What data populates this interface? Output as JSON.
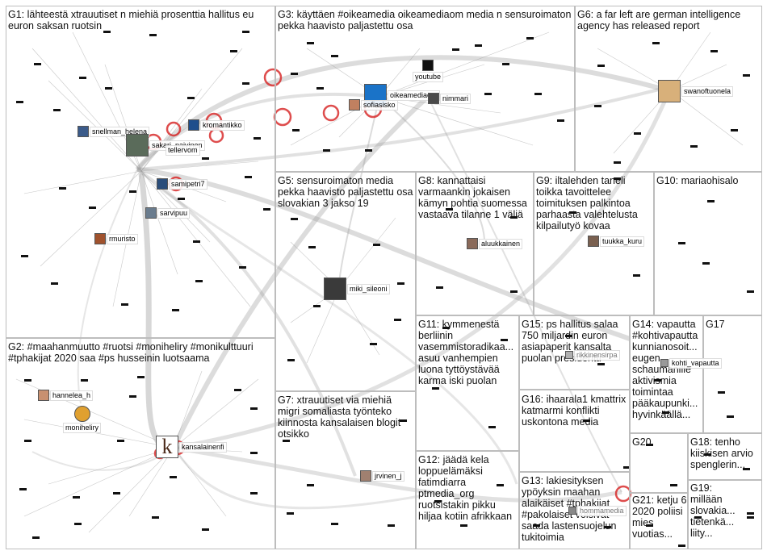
{
  "groups": [
    {
      "id": "G1",
      "label": "G1: lähteestä xtrauutiset n miehiä prosenttia hallitus eu euron saksan ruotsin"
    },
    {
      "id": "G2",
      "label": "G2: #maahanmuutto #ruotsi #moniheliry #monikulttuuri #tphakijat 2020 saa #ps husseinin luotsaama"
    },
    {
      "id": "G3",
      "label": "G3: käyttäen #oikeamedia oikeamediaom media n sensuroimaton pekka haavisto paljastettu osa"
    },
    {
      "id": "G5",
      "label": "G5: sensuroimaton media pekka haavisto paljastettu osa slovakian 3 jakso 19"
    },
    {
      "id": "G6",
      "label": "G6: a far left are german intelligence agency has released report"
    },
    {
      "id": "G7",
      "label": "G7: xtrauutiset via miehiä migri somaliasta työnteko kiinnosta kansalaisen blogit otsikko"
    },
    {
      "id": "G8",
      "label": "G8: kannattaisi varmaankin jokaisen kämyn pohtia suomessa vastaava tilanne 1 väliä"
    },
    {
      "id": "G9",
      "label": "G9: iltalehden taneli toikka tavoittelee toimituksen palkintoa parhaasta valehtelusta kilpailutyö kovaa"
    },
    {
      "id": "G10",
      "label": "G10: mariaohisalo"
    },
    {
      "id": "G11",
      "label": "G11: kymmenestä berliinin vasemmistoradikaa... asuu vanhempien luona tyttöystävää karma iski puolan"
    },
    {
      "id": "G12",
      "label": "G12: jäädä kela loppuelämäksi fatimdiarra ptmedia_org ruotsistakin pikku hiljaa kotiin afrikkaan"
    },
    {
      "id": "G13",
      "label": "G13: lakiesityksen ypöyksin maahan alaikäiset #tphakijat #pakolaiset voisivat saada lastensuojelun tukitoimia"
    },
    {
      "id": "G14",
      "label": "G14: vapautta #kohtivapautta kunnianosoit... eugen schaumanille aktivismia toimintaa pääkaupunki... hyvinkäällä..."
    },
    {
      "id": "G15",
      "label": "G15: ps hallitus salaa 750 miljardin euron asiapaperit kansalta puolan presidentti"
    },
    {
      "id": "G16",
      "label": "G16: ihaarala1 kmattrix katmarmi konflikti uskontona media"
    },
    {
      "id": "G17",
      "label": "G17"
    },
    {
      "id": "G18",
      "label": "G18: tenho kiiskisen arvio spenglerin..."
    },
    {
      "id": "G19",
      "label": "G19: millään slovakia... tietenkä... liity..."
    },
    {
      "id": "G20",
      "label": "G20"
    },
    {
      "id": "G21",
      "label": "G21: ketju 6 2020 poliisi mies vuotias..."
    }
  ],
  "nodes": [
    {
      "id": "snellman_helena",
      "label": "snellman_helena",
      "color": "#3b5b8a"
    },
    {
      "id": "sakari_paivinen",
      "label": "sakari_paivinen",
      "color": "#5a6b5a"
    },
    {
      "id": "kromantikko",
      "label": "kromantikko",
      "color": "#1f4e8c"
    },
    {
      "id": "tellervom",
      "label": "tellervom",
      "color": "#888888"
    },
    {
      "id": "samipetri7",
      "label": "samipetri7",
      "color": "#2a4d7a"
    },
    {
      "id": "sarvipuu",
      "label": "sarvipuu",
      "color": "#6a7c8e"
    },
    {
      "id": "rmuristo",
      "label": "rmuristo",
      "color": "#a0522d"
    },
    {
      "id": "youtube",
      "label": "youtube",
      "color": "#111111"
    },
    {
      "id": "oikeamediaom",
      "label": "oikeamediaom",
      "color": "#1a73c8"
    },
    {
      "id": "sofiasisko",
      "label": "sofiasisko",
      "color": "#c08060"
    },
    {
      "id": "nimmari",
      "label": "nimmari",
      "color": "#4a4a4a"
    },
    {
      "id": "swanoftuonela",
      "label": "swanoftuonela",
      "color": "#d8b07a"
    },
    {
      "id": "aluukkainen",
      "label": "aluukkainen",
      "color": "#8a6a5a"
    },
    {
      "id": "tuukka_kuru",
      "label": "tuukka_kuru",
      "color": "#7a6050"
    },
    {
      "id": "miki_sileoni",
      "label": "miki_sileoni",
      "color": "#3a3a3a"
    },
    {
      "id": "hannelea_h",
      "label": "hannelea_h",
      "color": "#c89070"
    },
    {
      "id": "moniheliry",
      "label": "moniheliry",
      "color": "#e0a030"
    },
    {
      "id": "kansalainenfi",
      "label": "kansalainenfi",
      "color": "#4a2a1a"
    },
    {
      "id": "jrvinen_j",
      "label": "jrvinen_j",
      "color": "#a08070"
    },
    {
      "id": "rikkinensirpa",
      "label": "rikkinensirpa",
      "color": "#b0b0b0"
    },
    {
      "id": "kohti_vapautta",
      "label": "kohti_vapautta",
      "color": "#999999"
    },
    {
      "id": "hommamedia",
      "label": "hommamedia",
      "color": "#888888"
    }
  ],
  "colors": {
    "box_border": "#bdbdbd",
    "edge": "#9a9a9a",
    "selfloop": "#d62020",
    "node_bar": "#111111"
  }
}
